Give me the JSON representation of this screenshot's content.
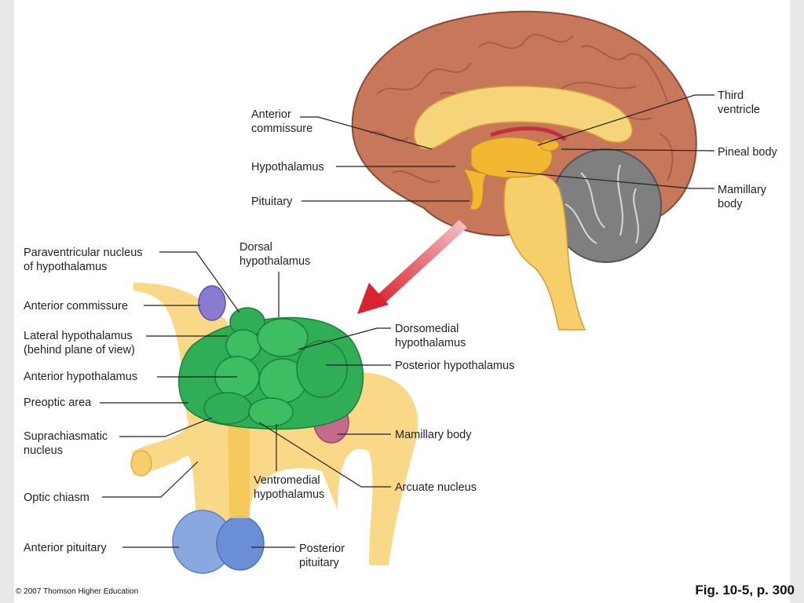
{
  "colors": {
    "cerebrum": "#c8785a",
    "corpus_callosum": "#f6d57a",
    "hypothalamus_green": "#2fae55",
    "pituitary_blue": "#6b8fd6",
    "arrow_red": "#d9232e",
    "commissure_purple": "#8a7ad0",
    "mamillary_pink": "#c56a8a"
  },
  "brain_labels": {
    "anterior_commissure": "Anterior\ncommissure",
    "hypothalamus": "Hypothalamus",
    "pituitary": "Pituitary",
    "third_ventricle": "Third\nventricle",
    "pineal_body": "Pineal body",
    "mamillary_body": "Mamillary\nbody"
  },
  "detail_labels": {
    "paraventricular": "Paraventricular nucleus\nof hypothalamus",
    "anterior_commissure": "Anterior commissure",
    "lateral_hypothalamus": "Lateral hypothalamus\n(behind plane of view)",
    "anterior_hypothalamus": "Anterior hypothalamus",
    "preoptic_area": "Preoptic area",
    "suprachiasmatic": "Suprachiasmatic\nnucleus",
    "optic_chiasm": "Optic chiasm",
    "anterior_pituitary": "Anterior pituitary",
    "dorsal_hypothalamus": "Dorsal\nhypothalamus",
    "dorsomedial": "Dorsomedial\nhypothalamus",
    "posterior_hypothalamus": "Posterior hypothalamus",
    "mamillary_body": "Mamillary body",
    "ventromedial": "Ventromedial\nhypothalamus",
    "arcuate": "Arcuate nucleus",
    "posterior_pituitary": "Posterior\npituitary"
  },
  "footer": {
    "copyright": "© 2007 Thomson Higher Education",
    "figure_ref": "Fig. 10-5, p. 300"
  }
}
